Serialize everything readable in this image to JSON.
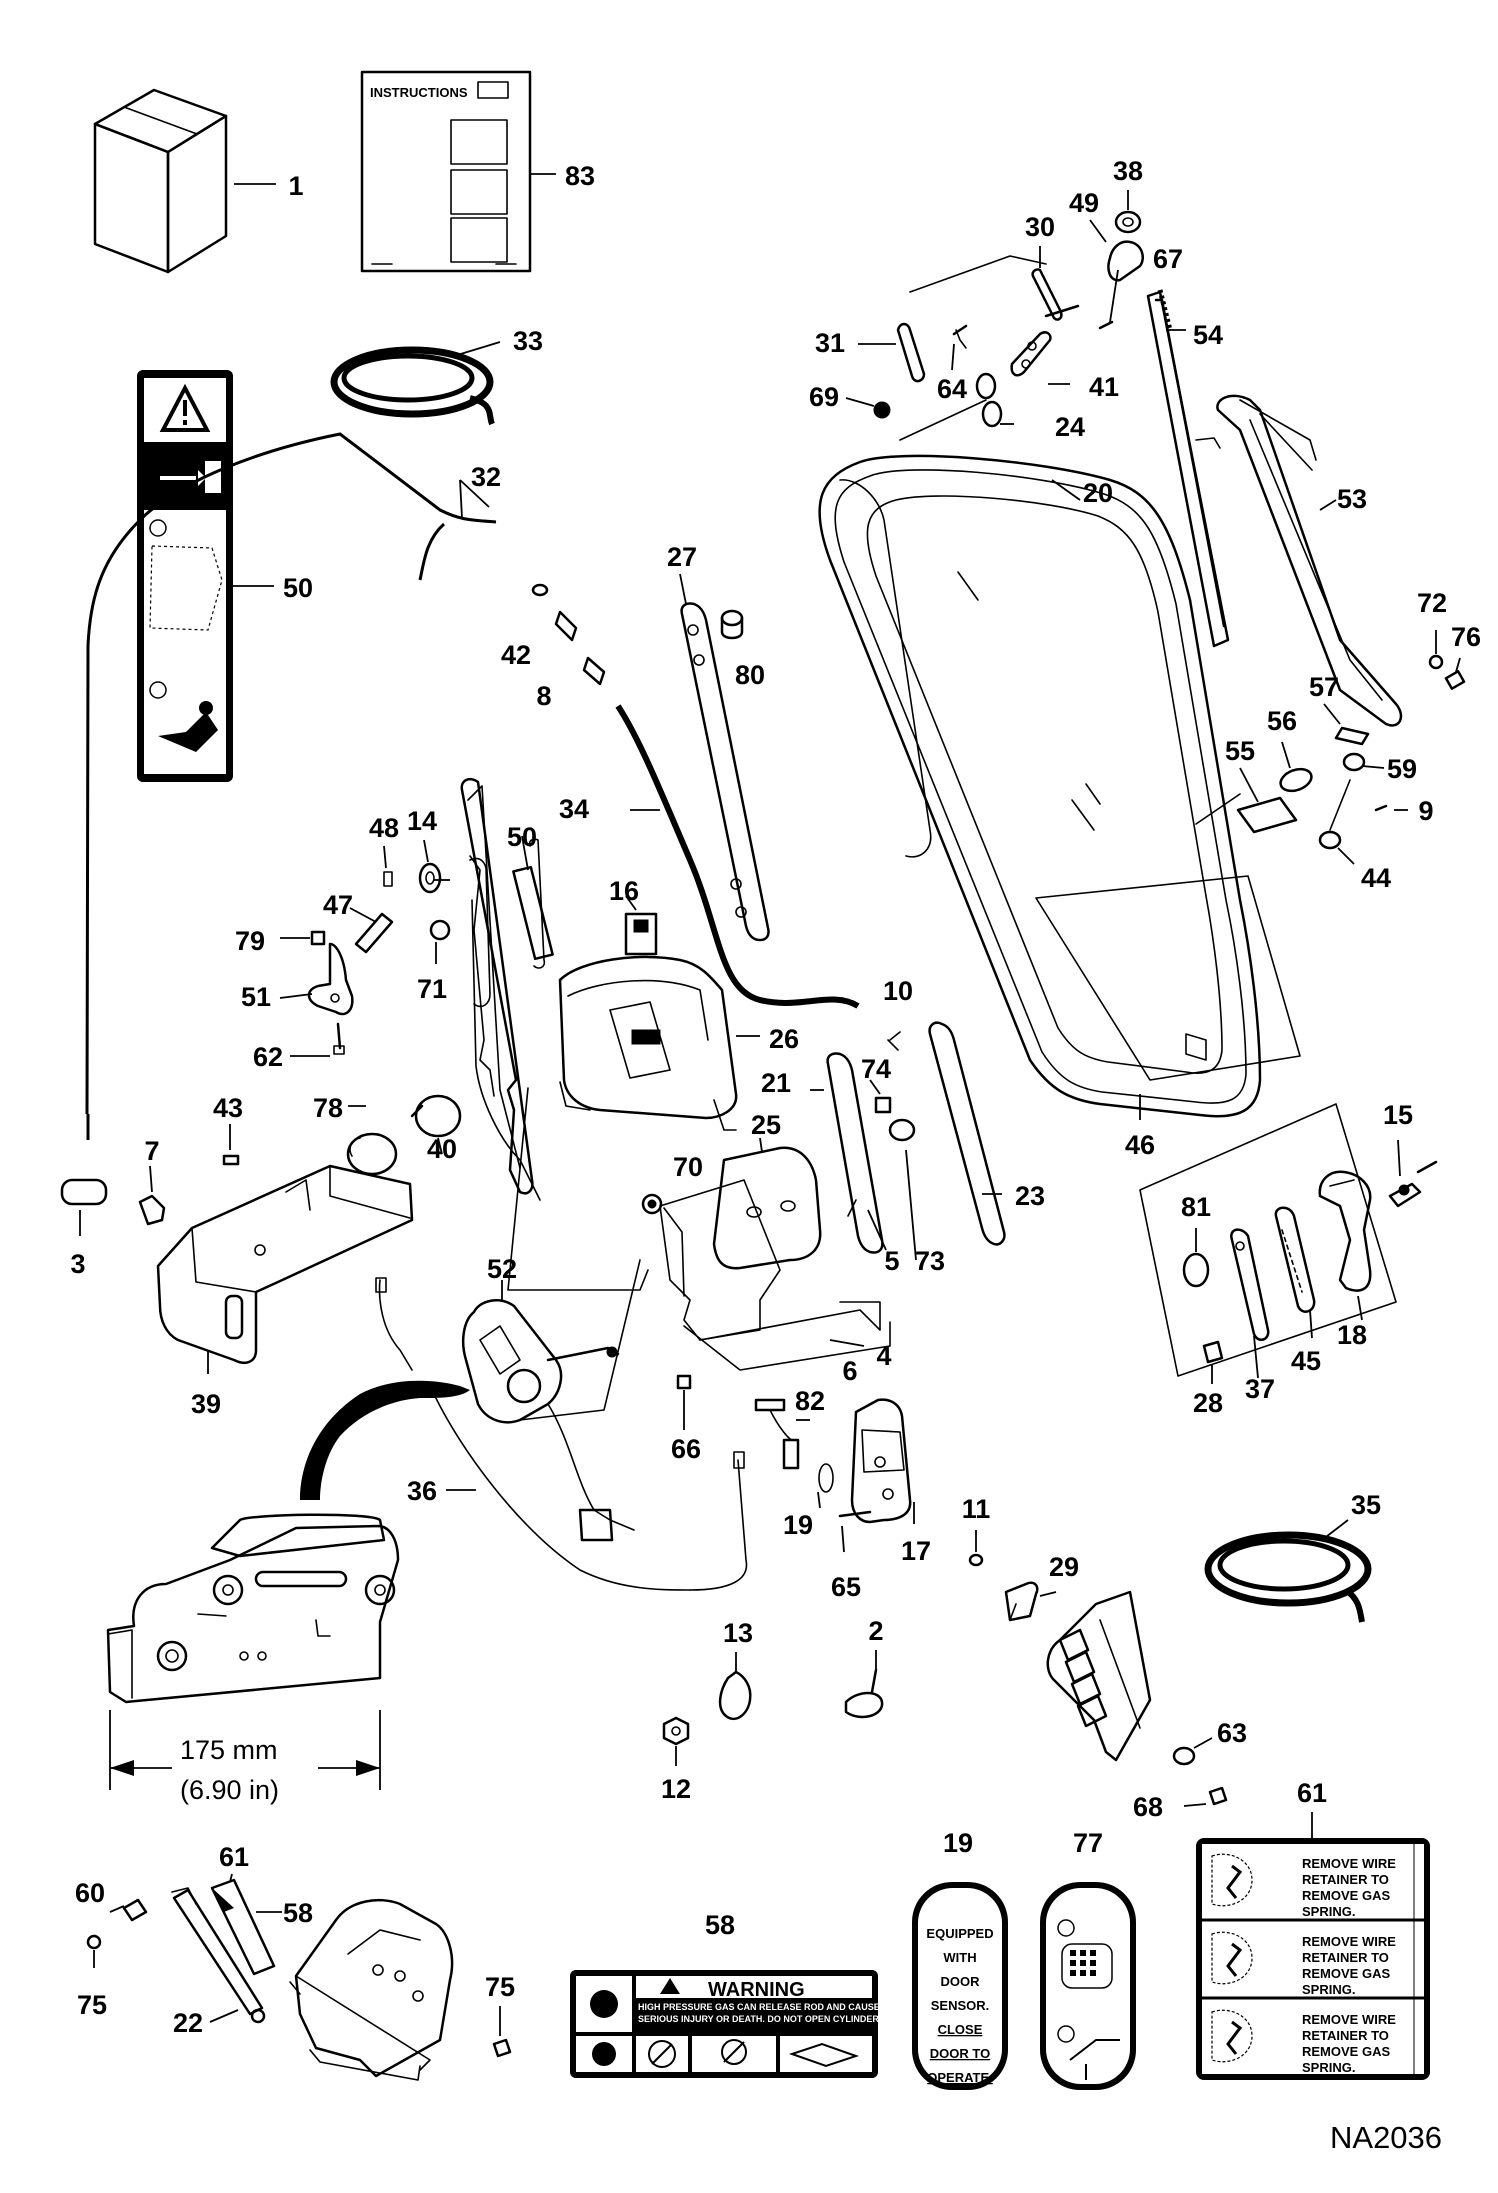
{
  "figure_code": "NA2036",
  "dimension": {
    "metric": "175 mm",
    "imperial": "(6.90 in)"
  },
  "instructions_label": "INSTRUCTIONS",
  "decal_warning": {
    "title": "WARNING",
    "line1": "HIGH PRESSURE GAS CAN RELEASE ROD AND CAUSE",
    "line2": "SERIOUS INJURY OR DEATH. DO NOT OPEN CYLINDER."
  },
  "decal_sensor": [
    "EQUIPPED",
    "WITH",
    "DOOR",
    "SENSOR.",
    "CLOSE",
    "DOOR TO",
    "OPERATE."
  ],
  "decal_spring": [
    "REMOVE WIRE",
    "RETAINER TO",
    "REMOVE GAS",
    "SPRING."
  ],
  "callouts": {
    "c1": "1",
    "c2": "2",
    "c3": "3",
    "c4": "4",
    "c5": "5",
    "c6": "6",
    "c7": "7",
    "c8": "8",
    "c9": "9",
    "c10": "10",
    "c11": "11",
    "c12": "12",
    "c13": "13",
    "c14": "14",
    "c15": "15",
    "c16": "16",
    "c17": "17",
    "c18": "18",
    "c19a": "19",
    "c19b": "19",
    "c20": "20",
    "c21": "21",
    "c22": "22",
    "c23": "23",
    "c24": "24",
    "c25": "25",
    "c26": "26",
    "c27": "27",
    "c28": "28",
    "c29": "29",
    "c30": "30",
    "c31": "31",
    "c32": "32",
    "c33": "33",
    "c34": "34",
    "c35": "35",
    "c36": "36",
    "c37": "37",
    "c38": "38",
    "c39": "39",
    "c40": "40",
    "c41": "41",
    "c42": "42",
    "c43": "43",
    "c44": "44",
    "c45": "45",
    "c46": "46",
    "c47": "47",
    "c48": "48",
    "c49": "49",
    "c50a": "50",
    "c50b": "50",
    "c51": "51",
    "c52": "52",
    "c53": "53",
    "c54": "54",
    "c55": "55",
    "c56": "56",
    "c57": "57",
    "c58a": "58",
    "c58b": "58",
    "c59": "59",
    "c60": "60",
    "c61a": "61",
    "c61b": "61",
    "c62": "62",
    "c63": "63",
    "c64": "64",
    "c65": "65",
    "c66": "66",
    "c67": "67",
    "c68": "68",
    "c69": "69",
    "c70": "70",
    "c71": "71",
    "c72": "72",
    "c73": "73",
    "c74": "74",
    "c75a": "75",
    "c75b": "75",
    "c76": "76",
    "c77": "77",
    "c78": "78",
    "c79": "79",
    "c80": "80",
    "c81": "81",
    "c82": "82",
    "c83": "83"
  }
}
